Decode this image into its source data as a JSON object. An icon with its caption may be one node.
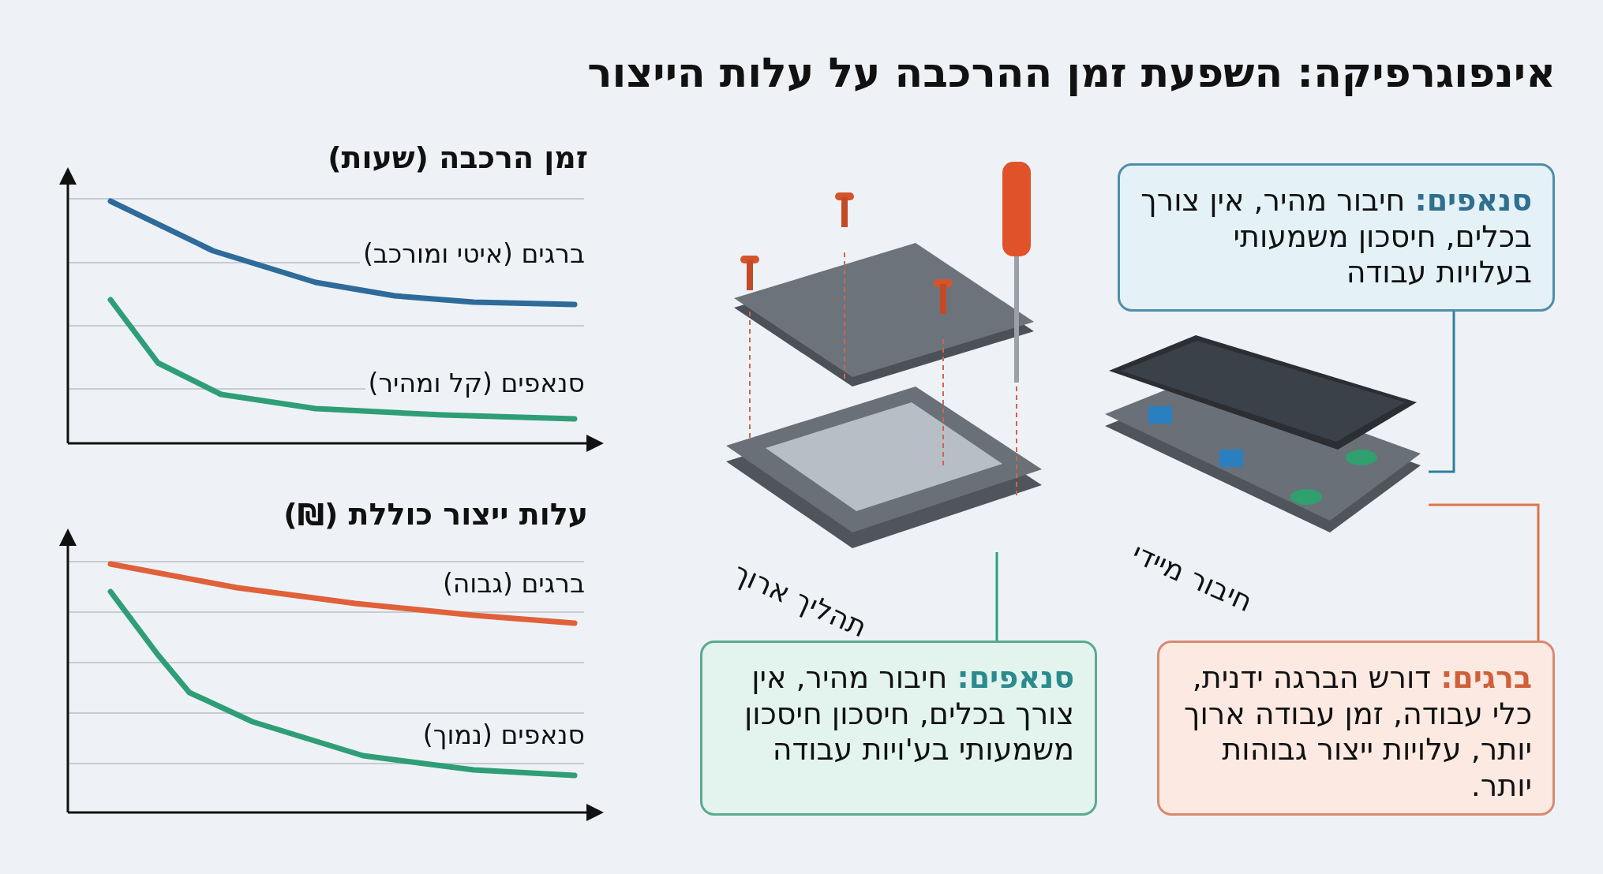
{
  "diagram": {
    "title": "אינפוגרפיקה: השפעת זמן ההרכבה על עלות הייצור",
    "nodes": [
      {
        "text": [
          "**סנאפים:** חיבור מהיר, אין צורך בכלים, חיסכון משמעותי בעלויות עבודה"
        ]
      },
      {
        "text": [],
        "shape": "picture",
        "beside": [
          "תהליך ארוך"
        ]
      },
      {
        "text": [],
        "shape": "picture",
        "beside": [
          "חיבור מיידי"
        ]
      },
      {
        "text": [
          "**סנאפים:** חיבור מהיר, אין צורך בכלים, חיסכון חיסכון משמעותי בע'ויות עבודה"
        ]
      },
      {
        "text": [
          "**ברגים:** דורש הברגה ידנית, כלי עבודה, זמן עבודה ארוך יותר, עלויות ייצור גבוהות יותר."
        ]
      }
    ],
    "edges": [
      {
        "from": 0,
        "to": 2,
        "arrow": "none",
        "color": "#2f7fa0"
      },
      {
        "from": 3,
        "to": 1,
        "arrow": "none",
        "color": "#2aa37a"
      },
      {
        "from": 4,
        "to": 2,
        "arrow": "none",
        "color": "#e0724a"
      }
    ],
    "labels": [
      "זמן הרכבה (שעות)",
      "ברגים (איטי ומורכב)",
      "סנאפים (קל ומהיר)",
      "עלות ייצור כוללת (₪)",
      "ברגים (גבוה)",
      "סנאפים (נמוך)"
    ]
  }
}
